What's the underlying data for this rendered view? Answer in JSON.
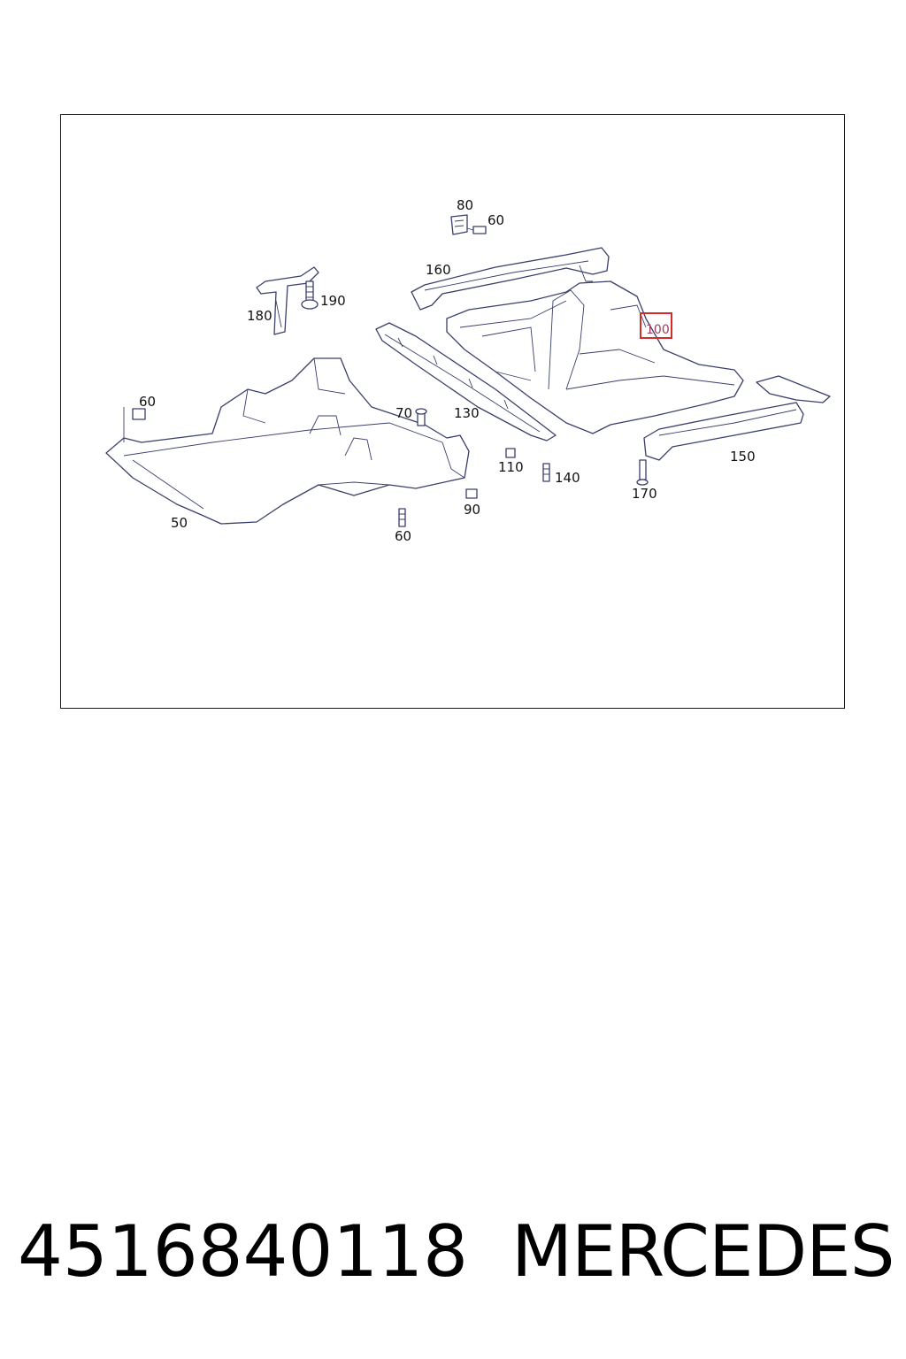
{
  "diagram": {
    "callouts": {
      "c80": "80",
      "c60_top": "60",
      "c160": "160",
      "c190": "190",
      "c180": "180",
      "c100": "100",
      "c60_left": "60",
      "c70": "70",
      "c130": "130",
      "c110": "110",
      "c140": "140",
      "c150": "150",
      "c170": "170",
      "c90": "90",
      "c50": "50",
      "c60_bottom": "60"
    },
    "highlighted_callout": "100",
    "highlight_color": "#d62b2b",
    "line_color": "#3a3f6b"
  },
  "footer": {
    "part_number": "4516840118",
    "brand": "MERCEDES"
  }
}
